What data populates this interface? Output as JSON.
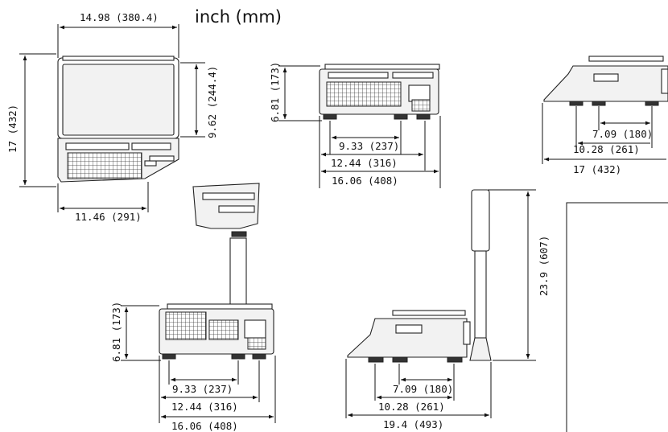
{
  "unit_label": "inch (mm)",
  "top_view": {
    "width": "14.98 (380.4)",
    "height": "17 (432)",
    "depth": "9.62 (244.4)",
    "base_width": "11.46 (291)"
  },
  "front_view": {
    "height": "6.81 (173)",
    "feet_span": "9.33 (237)",
    "body_width": "12.44 (316)",
    "overall_width": "16.06 (408)"
  },
  "side_view": {
    "feet_span": "7.09 (180)",
    "base_depth": "10.28 (261)",
    "overall_depth": "17 (432)"
  },
  "pole_front_view": {
    "height": "6.81 (173)",
    "feet_span": "9.33 (237)",
    "body_width": "12.44 (316)",
    "overall_width": "16.06 (408)"
  },
  "pole_side_view": {
    "total_height": "23.9 (607)",
    "feet_span": "7.09 (180)",
    "base_depth": "10.28 (261)",
    "overall_depth": "19.4 (493)"
  }
}
